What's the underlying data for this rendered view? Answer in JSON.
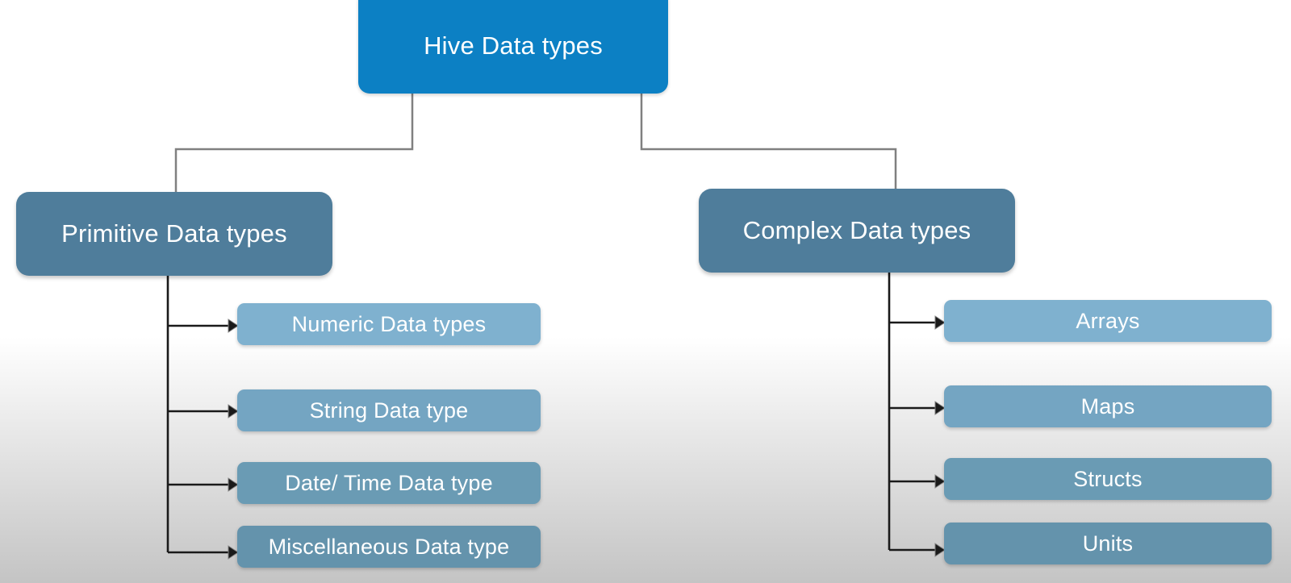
{
  "diagram": {
    "title": "Hive Data types",
    "type": "hierarchy-tree",
    "root": {
      "label": "Hive Data types",
      "color": "#0c80c4"
    },
    "branches": [
      {
        "id": "primitive",
        "label": "Primitive Data types",
        "color": "#4f7d9b",
        "children": [
          {
            "label": "Numeric Data types",
            "color": "#7fb1cf"
          },
          {
            "label": "String Data type",
            "color": "#74a5c2"
          },
          {
            "label": "Date/ Time Data type",
            "color": "#6a9bb4"
          },
          {
            "label": "Miscellaneous Data type",
            "color": "#6493ac"
          }
        ]
      },
      {
        "id": "complex",
        "label": "Complex Data types",
        "color": "#4f7d9b",
        "children": [
          {
            "label": "Arrays",
            "color": "#7fb1cf"
          },
          {
            "label": "Maps",
            "color": "#74a5c2"
          },
          {
            "label": "Structs",
            "color": "#6a9bb4"
          },
          {
            "label": "Units",
            "color": "#6493ac"
          }
        ]
      }
    ],
    "connector_colors": {
      "tree_line": "#808080",
      "arrow_line": "#1a1a1a"
    },
    "background": {
      "top_color": "#ffffff",
      "bottom_color": "#c4c4c4"
    }
  }
}
